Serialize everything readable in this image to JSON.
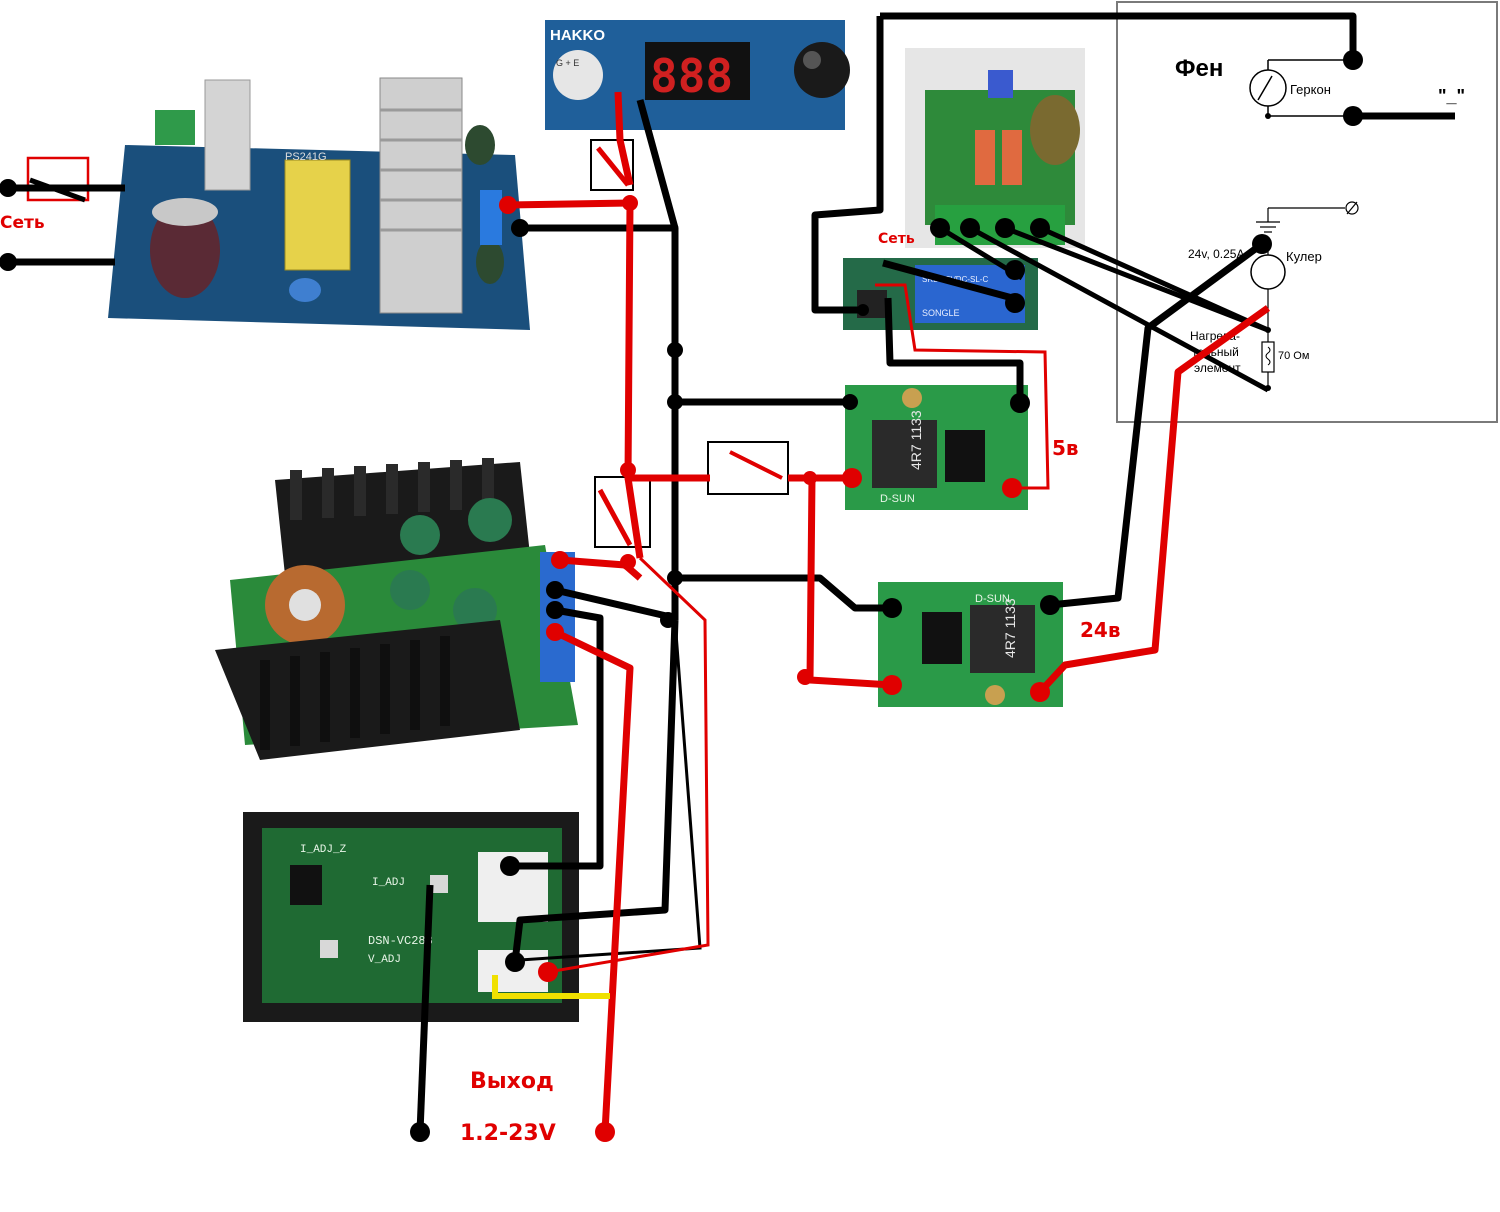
{
  "labels": {
    "mains_left": "Сеть",
    "mains_relay": "Сеть",
    "hakko_brand": "HAKKO",
    "hakko_display": "888",
    "hakko_pins": "G  +  E",
    "psu_model": "PS241G",
    "fan_title": "Фен",
    "reed_switch": "Геркон",
    "quote_mark": "\"_\"",
    "cooler_spec": "24v, 0.25A",
    "cooler": "Кулер",
    "heater_line1": "Нагрева-",
    "heater_line2": "тельный",
    "heater_line3": "элемент",
    "heater_resistance": "70 Ом",
    "v5": "5в",
    "v24": "24в",
    "output_title": "Выход",
    "output_range": "1.2-23V",
    "dsun_top_marking": "4R7 1133",
    "dsun_top_label": "D-SUN",
    "dsun_bottom_marking": "4R7 1133",
    "dsun_bottom_label": "D-SUN",
    "meter_i_adj_z": "I_ADJ_Z",
    "meter_i_adj": "I_ADJ",
    "meter_model": "DSN-VC288",
    "meter_v_adj": "V_ADJ",
    "relay_model": "SRD-05VDC-SL-C",
    "relay_brand": "SONGLE"
  },
  "colors": {
    "wire_positive": "#e00000",
    "wire_negative": "#000000",
    "wire_sense": "#f0e000",
    "pcb_green": "#1f8a3a",
    "pcb_blue": "#1d5a8a",
    "heatsink": "#c8c8c8",
    "switch_box": "#000000",
    "mains_switch_box": "#e00000"
  },
  "icons": {
    "switch": "switch-icon",
    "reed": "reed-switch-icon",
    "fan": "fan-motor-icon",
    "heater": "heater-coil-icon",
    "ground": "ground-icon"
  }
}
